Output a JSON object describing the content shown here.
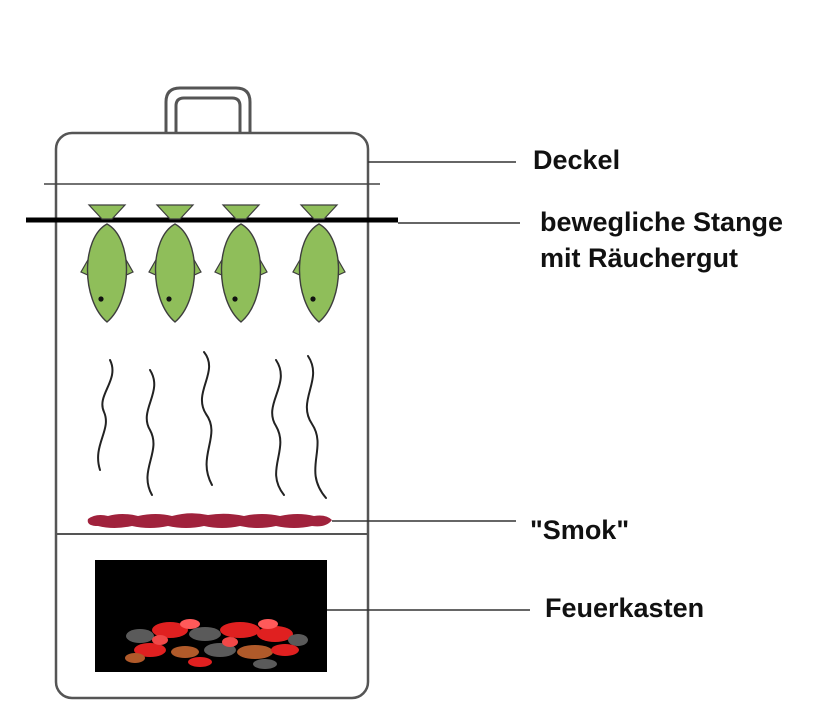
{
  "labels": {
    "deckel": "Deckel",
    "stange_line1": "bewegliche Stange",
    "stange_line2": "mit Räuchergut",
    "smok": "\"Smok\"",
    "feuerkasten": "Feuerkasten"
  },
  "colors": {
    "outline": "#555555",
    "rod": "#000000",
    "fish_fill": "#8fbe5a",
    "fish_stroke": "#3d3d3d",
    "hook_fill": "#8fbe5a",
    "smoke": "#222222",
    "smok": "#a0223c",
    "firebox": "#000000",
    "ember_red": "#e02020",
    "ember_orange": "#b05a2a",
    "ember_grey": "#5a5a5a",
    "leader": "#333333"
  },
  "fish_count": 4,
  "smoke_count": 5
}
